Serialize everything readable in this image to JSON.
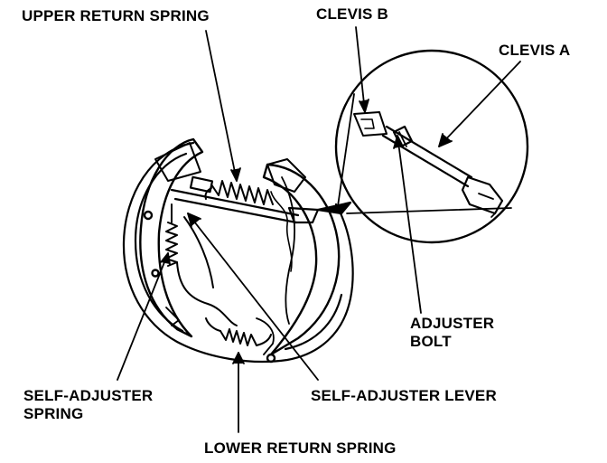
{
  "labels": {
    "upper_return_spring": "UPPER RETURN SPRING",
    "clevis_b": "CLEVIS B",
    "clevis_a": "CLEVIS A",
    "adjuster_bolt_line1": "ADJUSTER",
    "adjuster_bolt_line2": "BOLT",
    "self_adjuster_spring_line1": "SELF-ADJUSTER",
    "self_adjuster_spring_line2": "SPRING",
    "self_adjuster_lever": "SELF-ADJUSTER LEVER",
    "lower_return_spring": "LOWER RETURN SPRING"
  },
  "colors": {
    "ink": "#000000",
    "paper": "#ffffff"
  }
}
